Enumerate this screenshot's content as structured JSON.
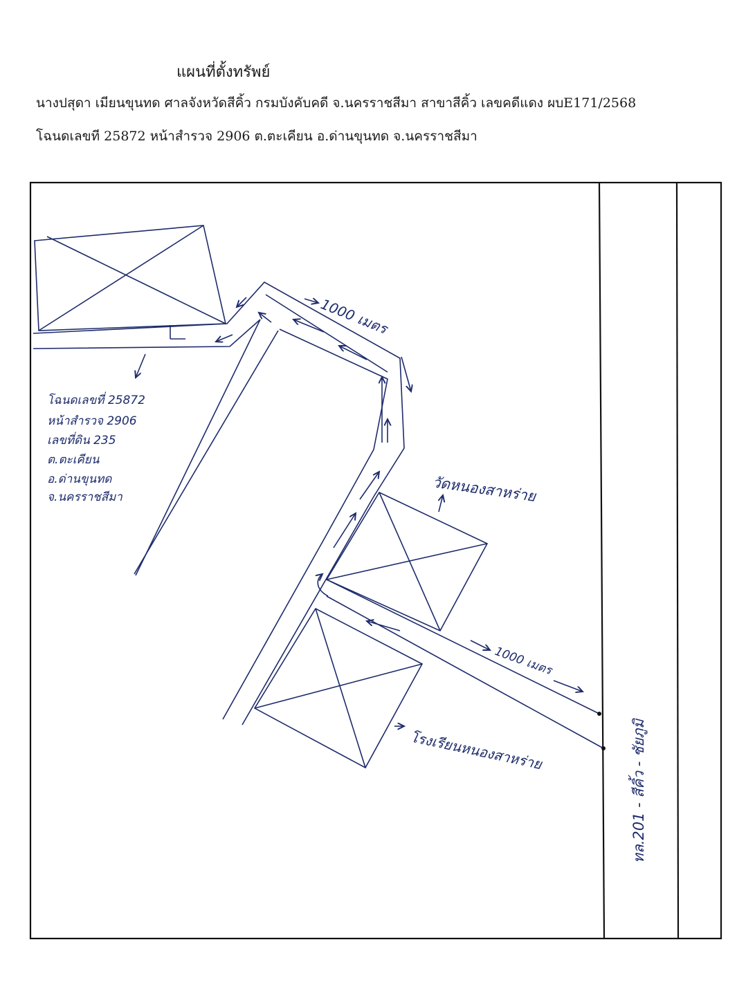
{
  "header": {
    "title": "แผนที่ตั้งทรัพย์",
    "line1": "นางปสุดา เมียนขุนทด ศาลจังหวัดสีคิ้ว กรมบังคับคดี จ.นครราชสีมา สาขาสีคิ้ว เลขคดีแดง ผบE171/2568",
    "line2": "โฉนดเลขที 25872 หน้าสำรวจ 2906 ต.ตะเคียน อ.ด่านขุนทด จ.นครราชสีมา"
  },
  "map": {
    "parcel_note": [
      "โฉนดเลขที่ 25872",
      "หน้าสำรวจ 2906",
      "เลขที่ดิน 235",
      "ต.ตะเคียน",
      "อ.ด่านขุนทด",
      "จ.นครราชสีมา"
    ],
    "distance_top": "1000 เมตร",
    "distance_bottom": "1000 เมตร",
    "landmark_temple": "วัดหนองสาหร่าย",
    "landmark_school": "โรงเรียนหนองสาหร่าย",
    "main_road": "ทล.201 - สีคิ้ว - ชัยภูมิ"
  }
}
